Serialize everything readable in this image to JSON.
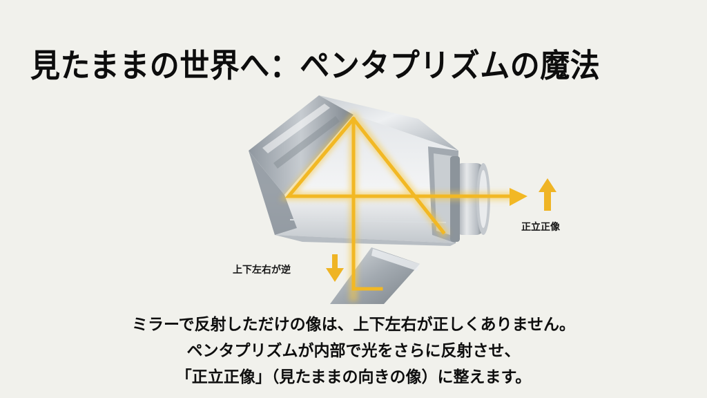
{
  "slide": {
    "title": "見たままの世界へ：ペンタプリズムの魔法",
    "background_color": "#f1f1ec",
    "accent_color": "#f2b824"
  },
  "diagram": {
    "subject": "pentaprism-light-path",
    "labels": {
      "inverted": "上下左右が逆",
      "upright": "正立正像"
    },
    "icons": {
      "down_arrow": "arrow-down-icon",
      "up_arrow": "arrow-up-icon",
      "right_arrow": "arrow-right-icon"
    }
  },
  "caption": {
    "lines": [
      "ミラーで反射しただけの像は、上下左右が正しくありません。",
      "ペンタプリズムが内部で光をさらに反射させ、",
      "「正立正像」（見たままの向きの像）に整えます。"
    ]
  }
}
